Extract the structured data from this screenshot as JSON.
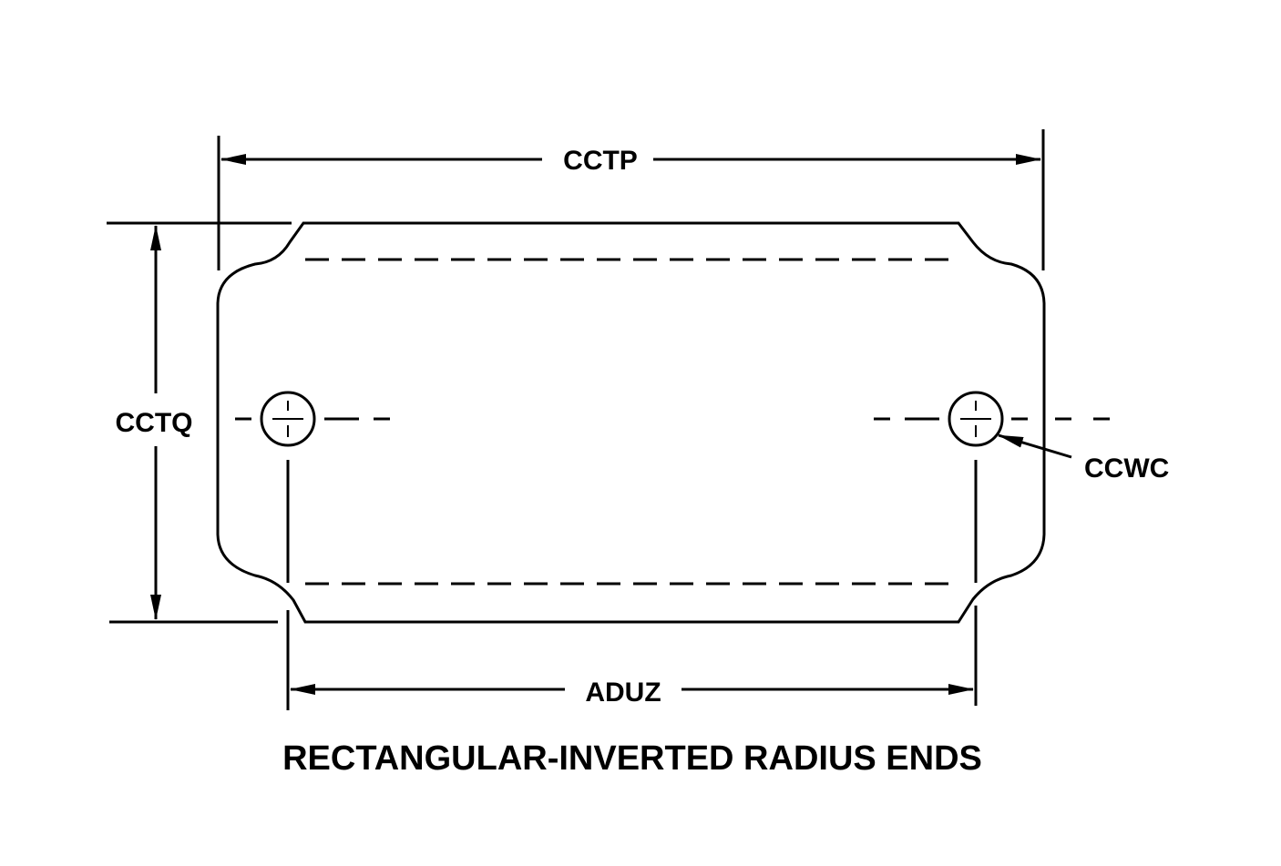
{
  "labels": {
    "width": "CCTP",
    "height": "CCTQ",
    "hole": "CCWC",
    "hole_spacing": "ADUZ"
  },
  "title": "RECTANGULAR-INVERTED RADIUS ENDS",
  "colors": {
    "line": "#000000",
    "background": "#ffffff"
  }
}
